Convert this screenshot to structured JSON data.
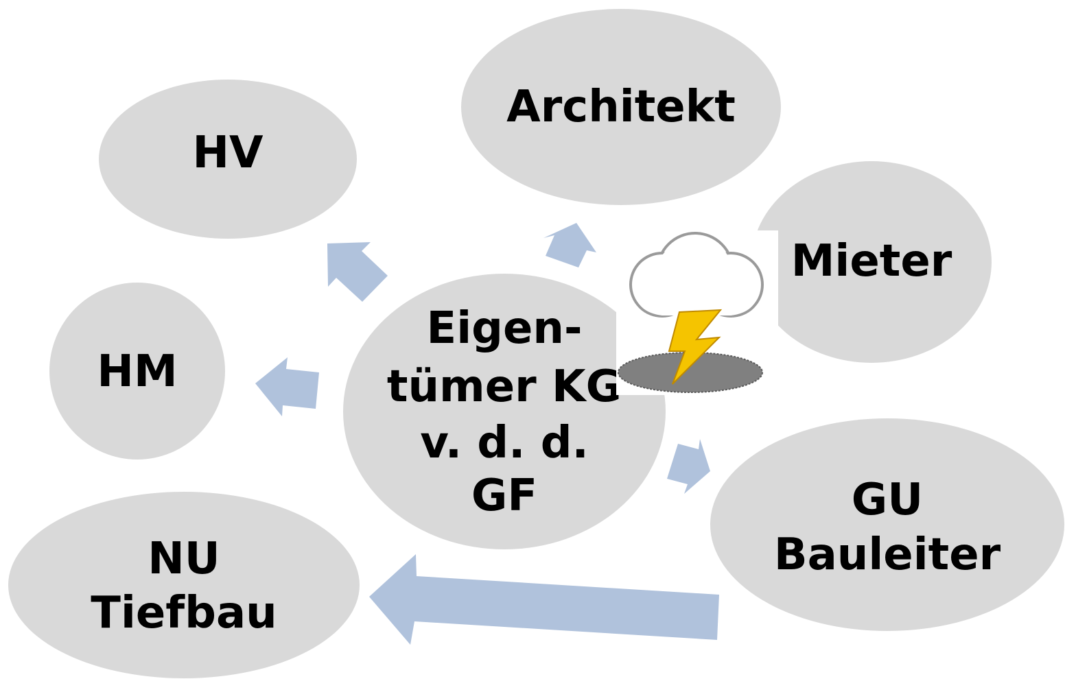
{
  "colors": {
    "node_fill": "#d9d9d9",
    "arrow_fill": "#b0c2dc",
    "text": "#000000",
    "cloud_fill": "#ffffff",
    "bolt_fill": "#f5c400",
    "shadow_fill": "#808080"
  },
  "nodes": {
    "center": {
      "lines": [
        "Eigen-",
        "tümer KG",
        "v. d. d.",
        "GF"
      ]
    },
    "hv": {
      "label": "HV"
    },
    "architekt": {
      "label": "Architekt"
    },
    "mieter": {
      "label": "Mieter"
    },
    "hm": {
      "label": "HM"
    },
    "gu": {
      "lines": [
        "GU",
        "Bauleiter"
      ]
    },
    "nu": {
      "lines": [
        "NU",
        "Tiefbau"
      ]
    }
  },
  "icons": {
    "storm": "thunderstorm-cloud-icon"
  }
}
